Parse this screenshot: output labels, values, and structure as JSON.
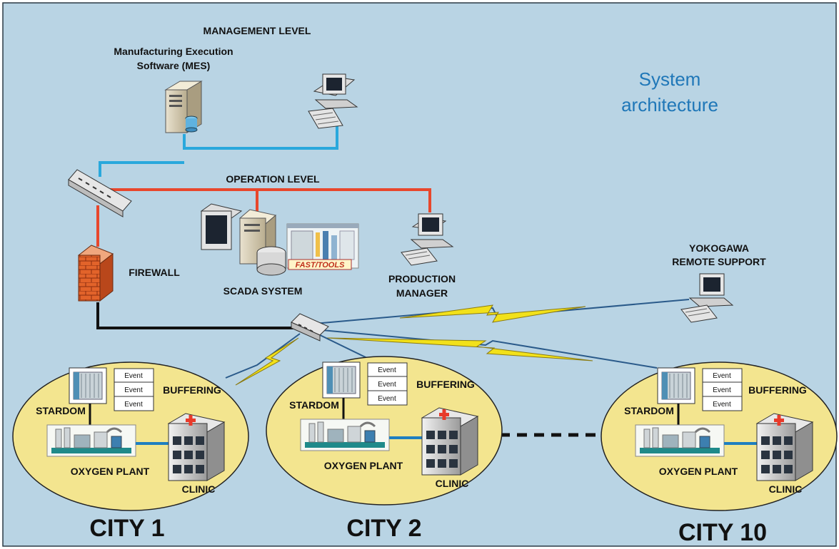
{
  "title_line1": "System",
  "title_line2": "architecture",
  "management_level": "MANAGEMENT LEVEL",
  "mes_line1": "Manufacturing Execution",
  "mes_line2": "Software (MES)",
  "operation_level": "OPERATION LEVEL",
  "firewall": "FIREWALL",
  "scada": "SCADA SYSTEM",
  "fasttools": "FAST/TOOLS",
  "production_line1": "PRODUCTION",
  "production_line2": "MANAGER",
  "remote_line1": "YOKOGAWA",
  "remote_line2": "REMOTE SUPPORT",
  "cities": [
    {
      "name": "CITY 1",
      "events": [
        "Event",
        "Event",
        "Event"
      ],
      "buffering": "BUFFERING",
      "stardom": "STARDOM",
      "oxygen": "OXYGEN PLANT",
      "clinic": "CLINIC"
    },
    {
      "name": "CITY 2",
      "events": [
        "Event",
        "Event",
        "Event"
      ],
      "buffering": "BUFFERING",
      "stardom": "STARDOM",
      "oxygen": "OXYGEN PLANT",
      "clinic": "CLINIC"
    },
    {
      "name": "CITY 10",
      "events": [
        "Event",
        "Event",
        "Event"
      ],
      "buffering": "BUFFERING",
      "stardom": "STARDOM",
      "oxygen": "OXYGEN PLANT",
      "clinic": "CLINIC"
    }
  ],
  "colors": {
    "background": "#b9d4e4",
    "management_line": "#29a8dc",
    "operation_line": "#e8472c",
    "field_line": "#111111",
    "city_fill": "#f3e58f",
    "wireless": "#f2e11a"
  }
}
